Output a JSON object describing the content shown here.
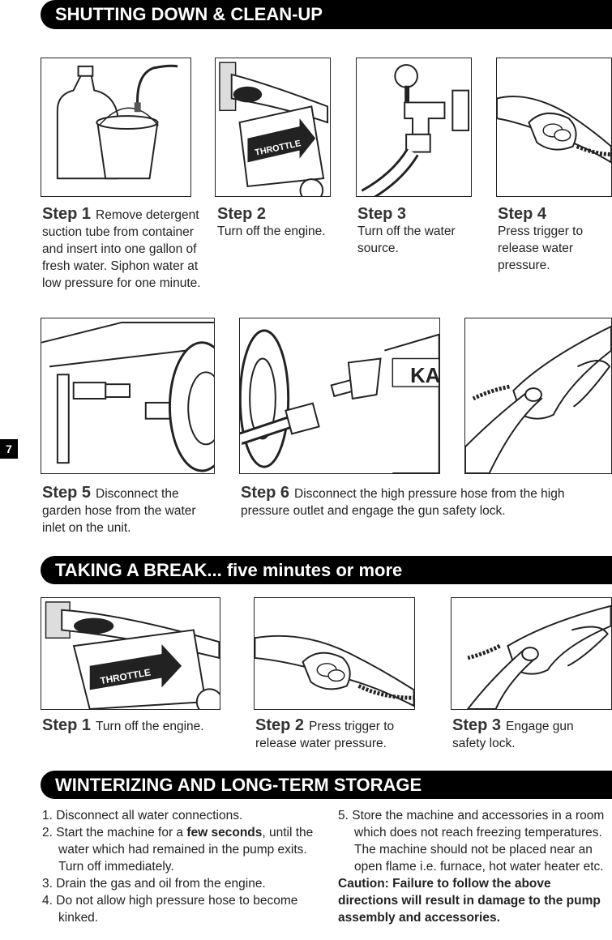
{
  "page_number": "7",
  "sections": {
    "shutdown": {
      "title": "SHUTTING DOWN & CLEAN-UP",
      "steps": [
        {
          "label": "Step 1",
          "text": "Remove detergent suction tube from container and insert into one gallon of fresh water. Siphon water at low pressure for one minute."
        },
        {
          "label": "Step 2",
          "text": "Turn off the engine."
        },
        {
          "label": "Step 3",
          "text": "Turn off the water source."
        },
        {
          "label": "Step 4",
          "text": "Press trigger to release water pressure."
        },
        {
          "label": "Step 5",
          "text": "Disconnect the garden hose from the water inlet on the unit."
        },
        {
          "label": "Step 6",
          "text": "Disconnect the high pressure hose from the high pressure outlet and engage the gun safety lock."
        }
      ],
      "throttle_label": "THROTTLE",
      "brand_partial": "KA"
    },
    "break": {
      "title_bold": "TAKING A BREAK...",
      "title_rest": " five minutes or more",
      "steps": [
        {
          "label": "Step 1",
          "text": "Turn off the engine."
        },
        {
          "label": "Step 2",
          "text": "Press trigger to release water pressure."
        },
        {
          "label": "Step 3",
          "text": "Engage gun safety lock."
        }
      ],
      "throttle_label": "THROTTLE"
    },
    "winter": {
      "title": "WINTERIZING AND LONG-TERM STORAGE",
      "items": [
        {
          "num": "1.",
          "pre": "Disconnect all water connections.",
          "bold": "",
          "post": ""
        },
        {
          "num": "2.",
          "pre": "Start the machine for a ",
          "bold": "few seconds",
          "post": ", until the water which had remained in the pump exits. Turn off immediately."
        },
        {
          "num": "3.",
          "pre": "Drain the gas and oil from the engine.",
          "bold": "",
          "post": ""
        },
        {
          "num": "4.",
          "pre": "Do not allow high pressure hose to become kinked.",
          "bold": "",
          "post": ""
        },
        {
          "num": "5.",
          "pre": "Store the machine and accessories in a room which does not reach freezing temperatures. The machine should not be placed near an open flame i.e. furnace, hot water heater etc.",
          "bold": "",
          "post": ""
        }
      ],
      "caution": "Caution: Failure to follow the above directions will result in damage to the pump assembly and accessories."
    }
  }
}
